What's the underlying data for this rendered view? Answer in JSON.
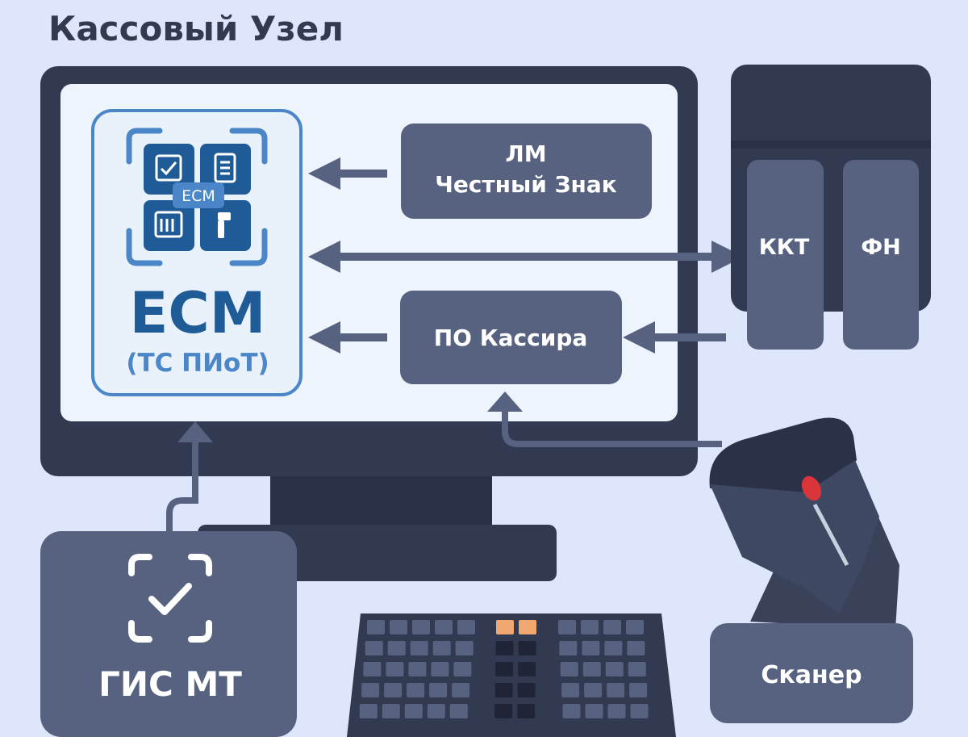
{
  "title": "Кассовый Узел",
  "ecm": {
    "badge": "ECM",
    "name": "ECM",
    "subtitle": "(ТС ПИоТ)"
  },
  "lm": {
    "line1": "ЛМ",
    "line2": "Честный Знак"
  },
  "cashier_software": "ПО Кассира",
  "kkt": "ККТ",
  "fn": "ФН",
  "gis": "ГИС МТ",
  "scanner": "Сканер",
  "colors": {
    "background": "#dde6fb",
    "dark": "#323a52",
    "box": "#56627f",
    "screen": "#eef4fc",
    "accent_blue": "#4a86c8",
    "key_highlight": "#f0a870"
  }
}
